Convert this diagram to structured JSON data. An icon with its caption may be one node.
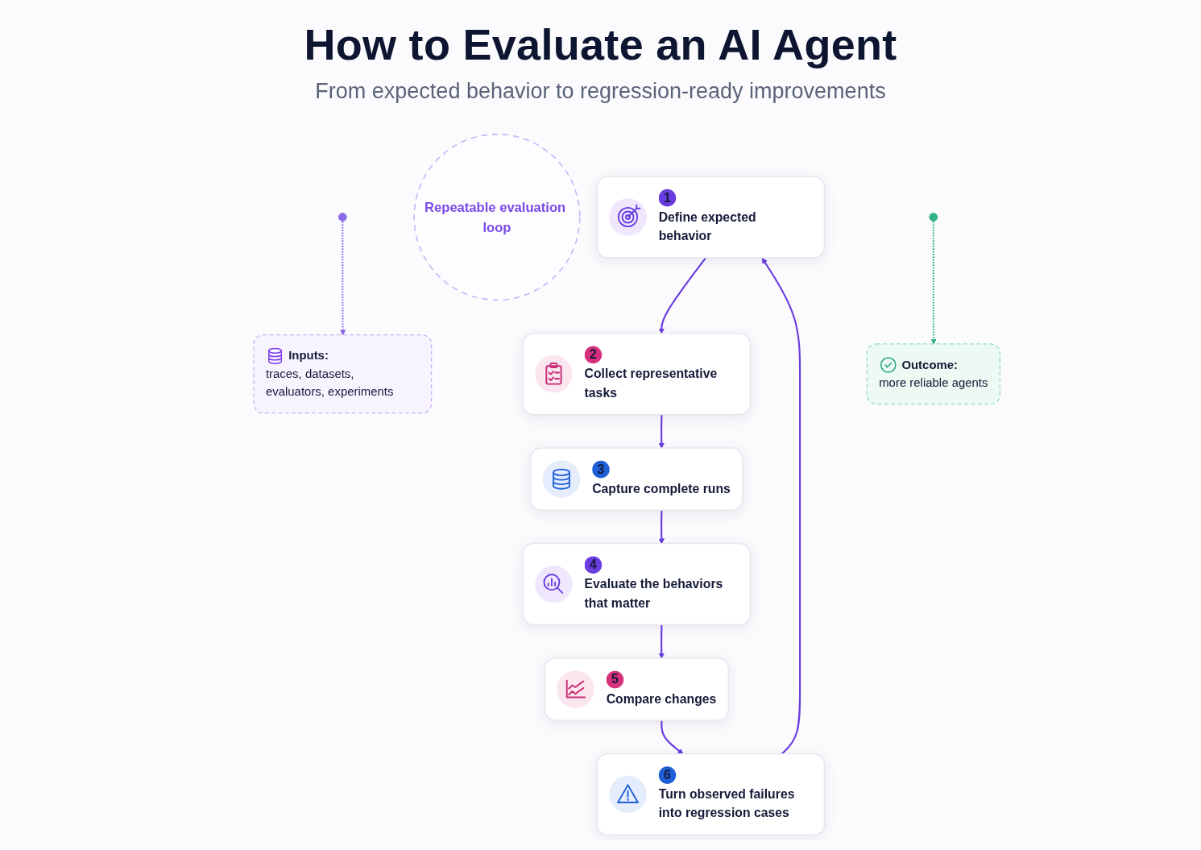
{
  "diagram": {
    "title": "How to Evaluate an AI Agent",
    "nodes": [
      {
        "text": [
          "1",
          "Define expected behavior"
        ]
      },
      {
        "text": [
          "2",
          "Collect representative tasks"
        ]
      },
      {
        "text": [
          "3",
          "Capture complete runs"
        ]
      },
      {
        "text": [
          "4",
          "Evaluate the behaviors that matter"
        ]
      },
      {
        "text": [
          "5",
          "Compare changes"
        ]
      },
      {
        "text": [
          "6",
          "Turn observed failures into regression cases"
        ]
      },
      {
        "text": [
          "Repeatable evaluation loop"
        ]
      },
      {
        "text": [
          "Inputs:",
          "traces, datasets, evaluators, experiments"
        ]
      },
      {
        "text": [],
        "shape": "circle"
      },
      {
        "text": [
          "Outcome:",
          "more reliable agents"
        ]
      },
      {
        "text": [],
        "shape": "circle"
      }
    ],
    "edges": [
      {
        "from": 0,
        "to": 1,
        "arrow": "to"
      },
      {
        "from": 1,
        "to": 2,
        "arrow": "to"
      },
      {
        "from": 2,
        "to": 3,
        "arrow": "to"
      },
      {
        "from": 3,
        "to": 4,
        "arrow": "to"
      },
      {
        "from": 4,
        "to": 5,
        "arrow": "to"
      },
      {
        "from": 5,
        "to": 0,
        "arrow": "to"
      },
      {
        "from": 8,
        "to": 7,
        "arrow": "to",
        "style": "dashed",
        "color": "#8b6be8"
      },
      {
        "from": 10,
        "to": 9,
        "arrow": "to",
        "style": "dashed",
        "color": "#2fb383"
      }
    ],
    "labels": [
      "From expected behavior to regression-ready improvements"
    ]
  }
}
